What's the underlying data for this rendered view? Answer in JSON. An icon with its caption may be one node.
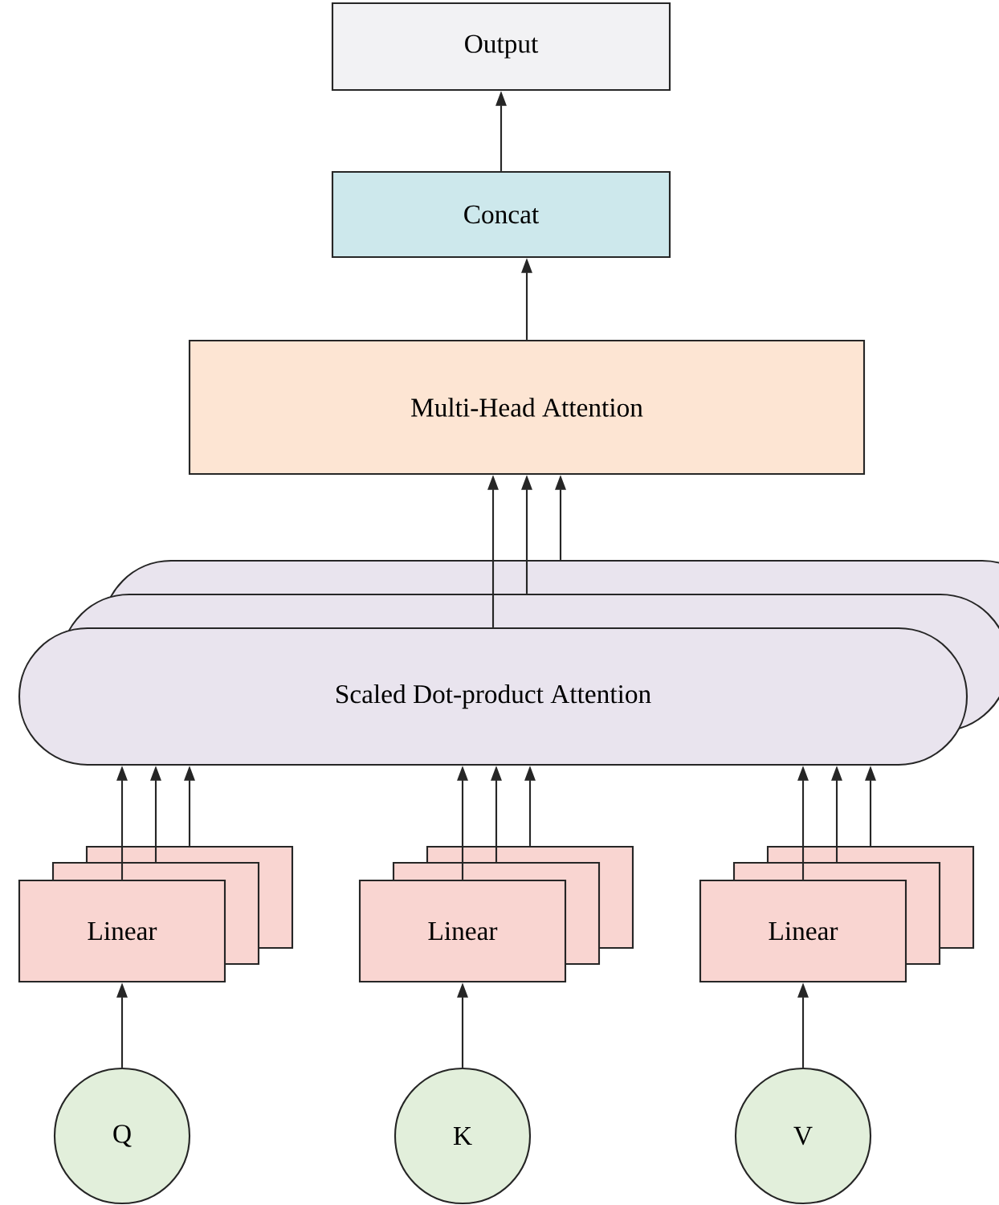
{
  "diagram": {
    "nodes": [
      {
        "text": [
          "Output"
        ]
      },
      {
        "text": [
          "Concat"
        ]
      },
      {
        "text": [
          "Multi-Head Attention"
        ]
      },
      {
        "text": [
          "Scaled Dot-product Attention"
        ]
      },
      {
        "text": [
          "Linear"
        ]
      },
      {
        "text": [
          "Linear"
        ]
      },
      {
        "text": [
          "Linear"
        ]
      },
      {
        "text": [
          "Q"
        ]
      },
      {
        "text": [
          "K"
        ]
      },
      {
        "text": [
          "V"
        ]
      }
    ],
    "edges": [
      {
        "from": 1,
        "to": 0,
        "arrow": "to"
      },
      {
        "from": 2,
        "to": 1,
        "arrow": "to"
      },
      {
        "from": 3,
        "to": 2,
        "arrow": "to"
      },
      {
        "from": 3,
        "to": 2,
        "arrow": "to"
      },
      {
        "from": 3,
        "to": 2,
        "arrow": "to"
      },
      {
        "from": 4,
        "to": 3,
        "arrow": "to"
      },
      {
        "from": 4,
        "to": 3,
        "arrow": "to"
      },
      {
        "from": 4,
        "to": 3,
        "arrow": "to"
      },
      {
        "from": 5,
        "to": 3,
        "arrow": "to"
      },
      {
        "from": 5,
        "to": 3,
        "arrow": "to"
      },
      {
        "from": 5,
        "to": 3,
        "arrow": "to"
      },
      {
        "from": 6,
        "to": 3,
        "arrow": "to"
      },
      {
        "from": 6,
        "to": 3,
        "arrow": "to"
      },
      {
        "from": 6,
        "to": 3,
        "arrow": "to"
      },
      {
        "from": 7,
        "to": 4,
        "arrow": "to"
      },
      {
        "from": 8,
        "to": 5,
        "arrow": "to"
      },
      {
        "from": 9,
        "to": 6,
        "arrow": "to"
      }
    ]
  }
}
